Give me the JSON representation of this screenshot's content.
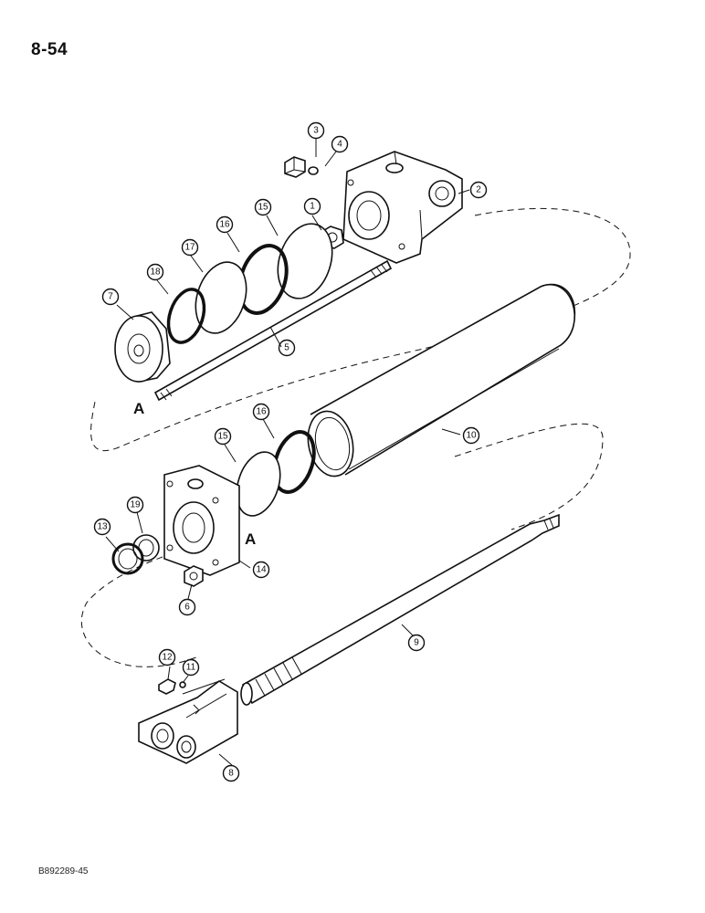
{
  "page": {
    "page_number": "8-54",
    "doc_code": "B892289-45"
  },
  "callouts": {
    "c1": "1",
    "c2": "2",
    "c3": "3",
    "c4": "4",
    "c5": "5",
    "c6": "6",
    "c7": "7",
    "c8": "8",
    "c9": "9",
    "c10": "10",
    "c11": "11",
    "c12": "12",
    "c13": "13",
    "c14": "14",
    "c15a": "15",
    "c15b": "15",
    "c16a": "16",
    "c16b": "16",
    "c17": "17",
    "c18": "18",
    "c19": "19"
  },
  "refs": {
    "a_left": "A",
    "a_right": "A"
  }
}
